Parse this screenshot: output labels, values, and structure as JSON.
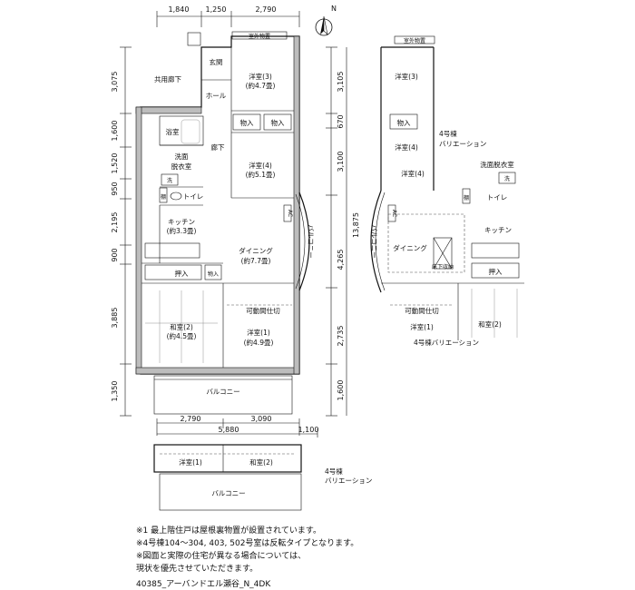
{
  "top_dimensions": [
    "1,840",
    "1,250",
    "2,790"
  ],
  "left_dimensions": [
    "3,075",
    "1,600",
    "1,520",
    "950",
    "2,195",
    "900",
    "3,885",
    "1,350"
  ],
  "right_dimensions": [
    "3,105",
    "670",
    "3,100",
    "4,265",
    "2,735",
    "1,600"
  ],
  "total_height": "13,875",
  "bottom_dimensions": [
    "2,790",
    "3,090"
  ],
  "total_width": "5,880",
  "extra_width": "1,100",
  "north_label": "N",
  "rooms": {
    "outdoor_storage": "室外物置",
    "entrance": "玄関",
    "common_corridor": "共用廊下",
    "hall": "ホール",
    "western3": "洋室(3)",
    "western3_size": "(約4.7畳)",
    "storage_a": "物入",
    "storage_b": "物入",
    "bath": "浴室",
    "corridor": "廊下",
    "washroom_1": "洗面",
    "washroom_2": "脱衣室",
    "wash": "洗",
    "western4": "洋室(4)",
    "western4_size": "(約5.1畳)",
    "shelf": "棚",
    "toilet": "トイレ",
    "kitchen": "キッチン",
    "kitchen_size": "(約3.3畳)",
    "dining": "ダイニング",
    "dining_size": "(約7.7畳)",
    "balcony_side": "バルコニー",
    "ac": "AC",
    "closet": "押入",
    "storage_c": "物入",
    "movable_partition": "可動間仕切",
    "japanese2": "和室(2)",
    "japanese2_size": "(約4.5畳)",
    "western1": "洋室(1)",
    "western1_size": "(約4.9畳)",
    "balcony": "バルコニー"
  },
  "variation_right": {
    "outdoor_storage": "室外物置",
    "western3": "洋室(3)",
    "storage": "物入",
    "caption_top_1": "4号棟",
    "caption_top_2": "バリエーション",
    "western4_top": "洋室(4)",
    "western4": "洋室(4)",
    "washroom": "洗面脱衣室",
    "wash": "洗",
    "shelf": "棚",
    "toilet": "トイレ",
    "balcony_side": "バルコニー",
    "ac": "AC",
    "dining": "ダイニング",
    "kitchen": "キッチン",
    "floor_storage": "床下収納",
    "closet": "押入",
    "movable_partition": "可動間仕切",
    "western1": "洋室(1)",
    "japanese2": "和室(2)",
    "caption_bottom": "4号棟バリエーション"
  },
  "variation_bottom": {
    "western1": "洋室(1)",
    "japanese2": "和室(2)",
    "balcony": "バルコニー",
    "caption_1": "4号棟",
    "caption_2": "バリエーション"
  },
  "notes": [
    "※1  最上階住戸は屋根裏物置が設置されています。",
    "※4号棟104〜304, 403, 502号室は反転タイプとなります。",
    "※図面と実際の住宅が異なる場合については、",
    "    現状を優先させていただきます。"
  ],
  "plan_code": "40385_アーバンドエル瀬谷_N_4DK"
}
